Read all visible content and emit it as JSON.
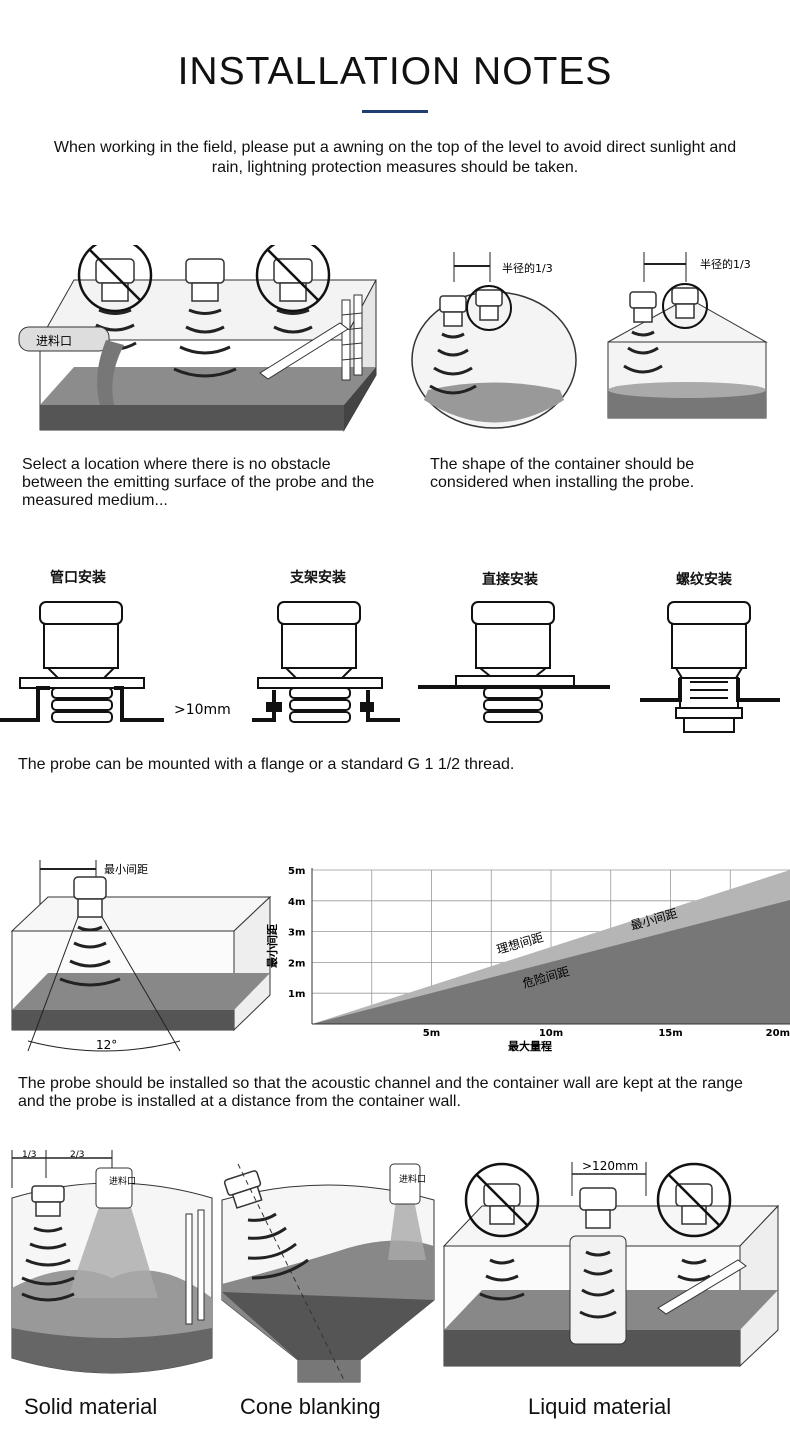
{
  "title": "INSTALLATION NOTES",
  "intro": "When working in the field, please put a awning on the top of the level to avoid direct sunlight and rain, lightning protection measures should be taken.",
  "section1": {
    "fig1_inlet_label": "进料口",
    "fig2_radius_label": "半径的1/3",
    "fig3_radius_label": "半径的1/3",
    "caption_left": "Select a location where there is no obstacle between the emitting surface of the probe and the measured medium...",
    "caption_right": "The shape of the container should be considered when installing the probe."
  },
  "section2": {
    "mount_labels": [
      "管口安装",
      "支架安装",
      "直接安装",
      "螺纹安装"
    ],
    "gap_label": ">10mm",
    "caption": "The probe can be mounted with a flange or a standard G 1 1/2 thread."
  },
  "section3": {
    "min_distance_label": "最小间距",
    "angle_label": "12°",
    "chart_y_ticks": [
      "5m",
      "4m",
      "3m",
      "2m",
      "1m"
    ],
    "chart_x_ticks": [
      "5m",
      "10m",
      "15m",
      "20m"
    ],
    "chart_ylabel": "最小间距",
    "chart_xlabel": "最大量程",
    "ideal_label": "理想间距",
    "min_label": "最小间距",
    "danger_label": "危险间距",
    "caption": "The probe should be installed so that the acoustic channel and the container wall are kept at the range and the probe is installed at a distance from the container wall."
  },
  "section4": {
    "ratio_left": "1/3",
    "ratio_right": "2/3",
    "inlet_label": "进料口",
    "gap_label": ">120mm",
    "labels": [
      "Solid material",
      "Cone blanking",
      "Liquid material"
    ]
  }
}
